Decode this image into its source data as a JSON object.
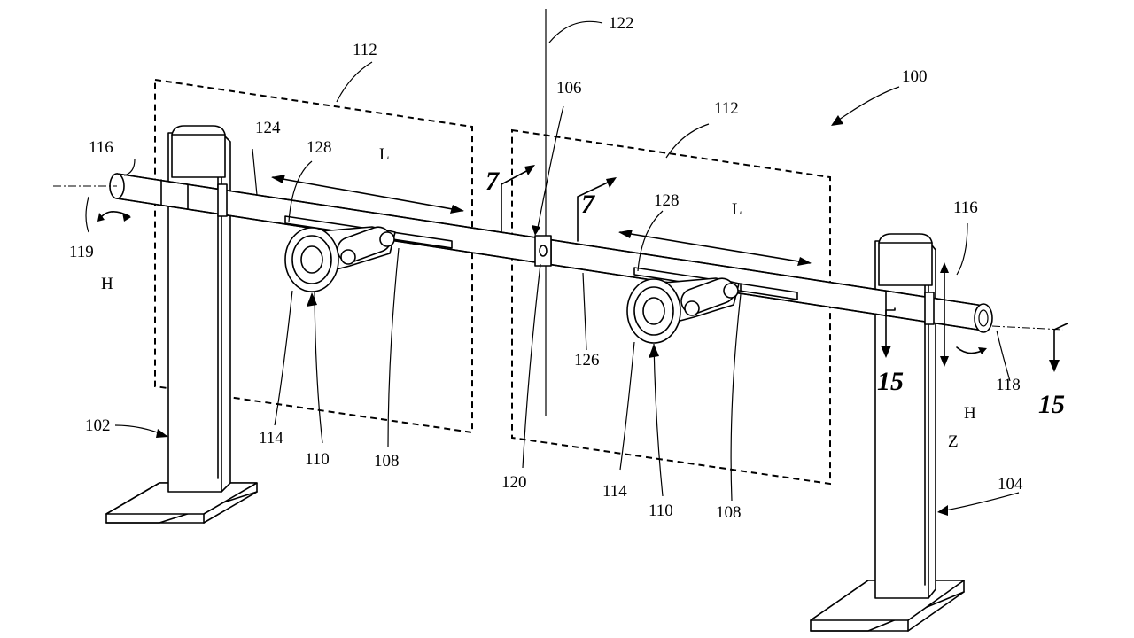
{
  "figure": {
    "labels": {
      "l100": "100",
      "l102": "102",
      "l104": "104",
      "l106": "106",
      "l108a": "108",
      "l108b": "108",
      "l110a": "110",
      "l110b": "110",
      "l112a": "112",
      "l112b": "112",
      "l114a": "114",
      "l114b": "114",
      "l116a": "116",
      "l116b": "116",
      "l118": "118",
      "l119": "119",
      "l120": "120",
      "l122": "122",
      "l124": "124",
      "l126": "126",
      "l128a": "128",
      "l128b": "128",
      "La": "L",
      "Lb": "L",
      "Ha": "H",
      "Hb": "H",
      "Z": "Z",
      "s7a": "7",
      "s7b": "7",
      "s15a": "15",
      "s15b": "15"
    }
  }
}
